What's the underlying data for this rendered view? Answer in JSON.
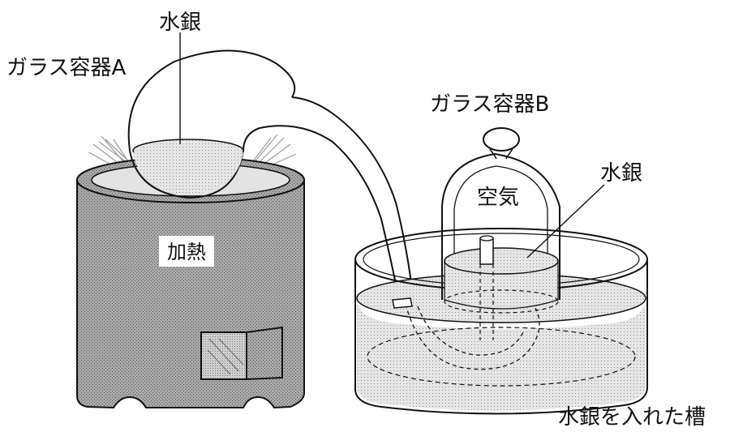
{
  "labels": {
    "mercury_top": "水銀",
    "glass_a": "ガラス容器A",
    "glass_b": "ガラス容器B",
    "mercury_right": "水銀",
    "air": "空気",
    "heating": "加熱",
    "trough": "水銀を入れた槽"
  },
  "colors": {
    "stipple": "#9a9a9a",
    "light_stipple": "#d4d4d4",
    "line": "#111111",
    "background": "#ffffff"
  }
}
